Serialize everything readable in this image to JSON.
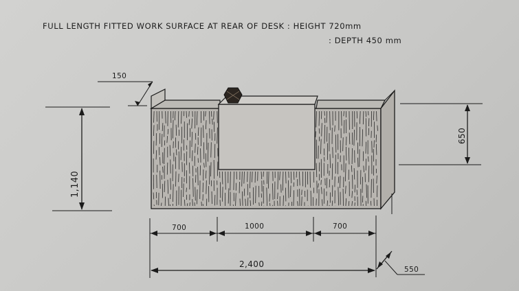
{
  "notes": {
    "line1": "FULL LENGTH  FITTED WORK SURFACE  AT  REAR OF  DESK : HEIGHT 720mm",
    "line2": ": DEPTH  450 mm"
  },
  "dimensions": {
    "side_thickness": "150",
    "total_height": "1,140",
    "counter_height": "650",
    "left_section": "700",
    "center_section": "1000",
    "right_section": "700",
    "total_width": "2,400",
    "depth": "550"
  }
}
